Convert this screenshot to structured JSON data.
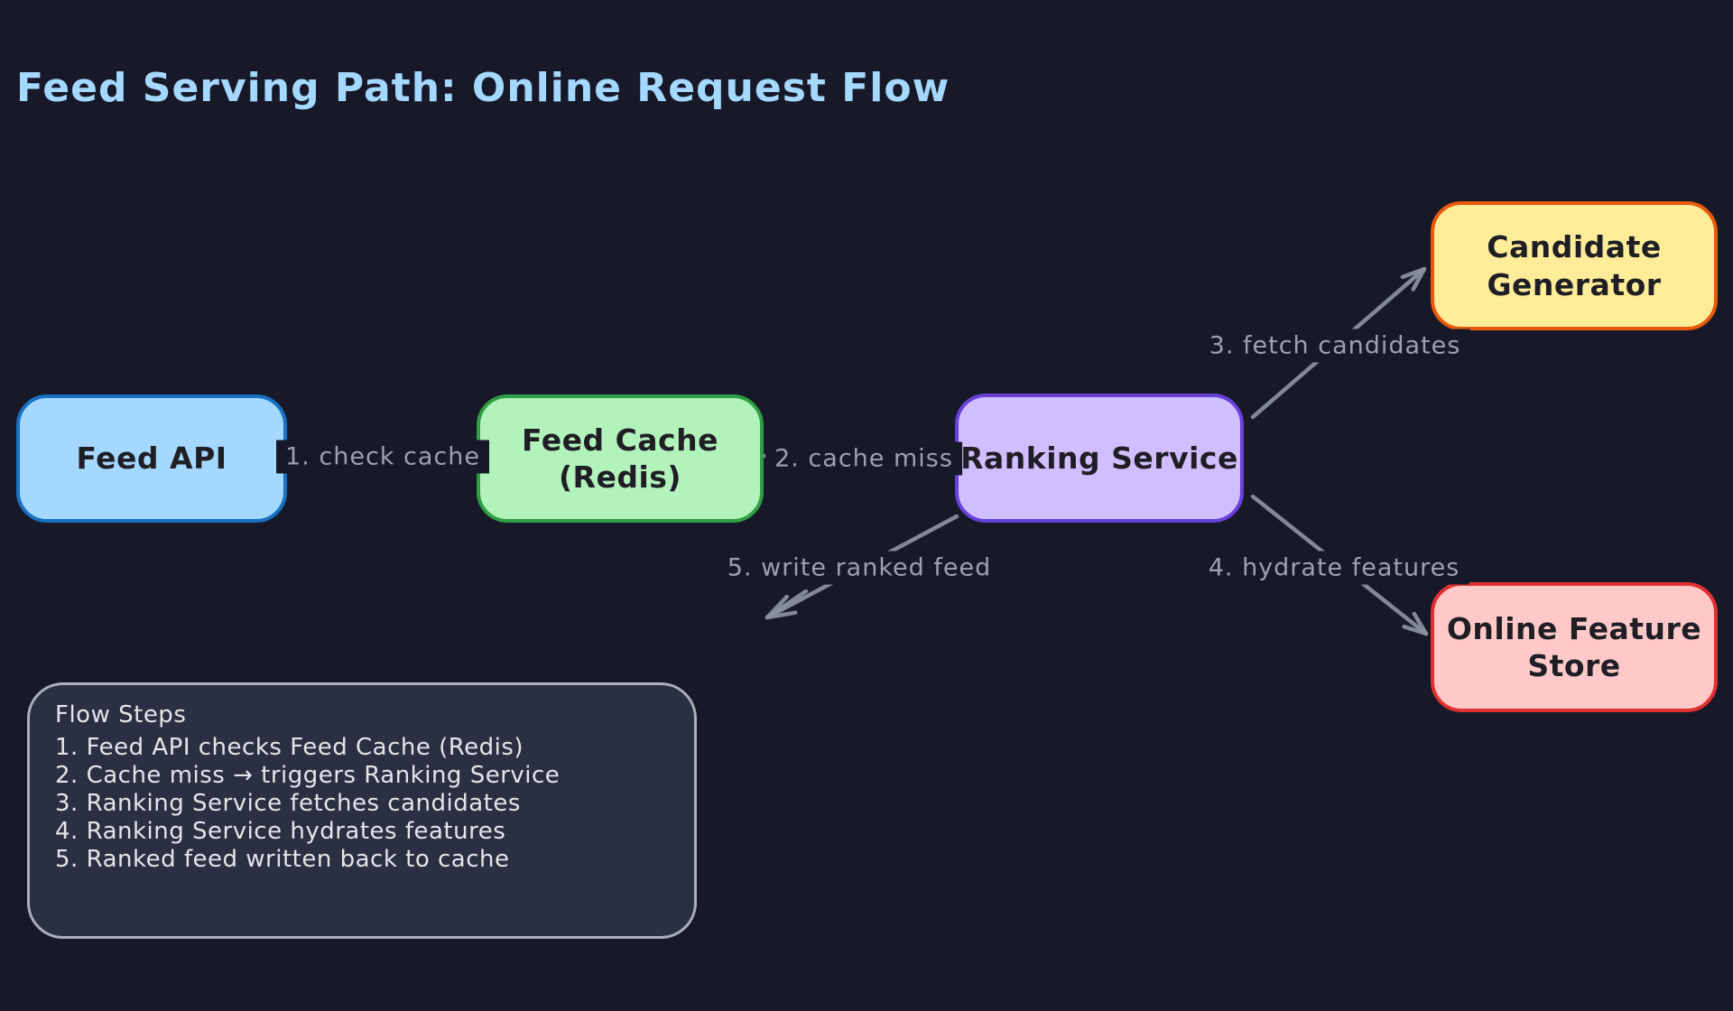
{
  "title": "Feed Serving Path: Online Request Flow",
  "colors": {
    "background": "#171928",
    "title": "#a5d8ff",
    "arrow": "#8b929d",
    "edge_label_text": "#9aa2ac",
    "legend_fill": "#2b2f42",
    "legend_border": "#a9b0ba"
  },
  "nodes": [
    {
      "id": "feed-api",
      "label": "Feed API",
      "fill": "#a5d8ff",
      "border": "#1971c2"
    },
    {
      "id": "feed-cache",
      "label": "Feed Cache (Redis)",
      "fill": "#b2f2bb",
      "border": "#2f9e44"
    },
    {
      "id": "ranking-service",
      "label": "Ranking Service",
      "fill": "#d0bfff",
      "border": "#6741d9"
    },
    {
      "id": "candidate-generator",
      "label": "Candidate Generator",
      "fill": "#ffec99",
      "border": "#e8590c"
    },
    {
      "id": "online-feature-store",
      "label": "Online Feature Store",
      "fill": "#ffc9c9",
      "border": "#e03131"
    }
  ],
  "edges": [
    {
      "id": "1",
      "label": "1. check cache",
      "from": "feed-api",
      "to": "feed-cache"
    },
    {
      "id": "2",
      "label": "2. cache miss",
      "from": "feed-cache",
      "to": "ranking-service"
    },
    {
      "id": "3",
      "label": "3. fetch candidates",
      "from": "ranking-service",
      "to": "candidate-generator"
    },
    {
      "id": "4",
      "label": "4. hydrate features",
      "from": "ranking-service",
      "to": "online-feature-store"
    },
    {
      "id": "5",
      "label": "5. write ranked feed",
      "from": "ranking-service",
      "to": "cache"
    }
  ],
  "legend": {
    "title": "Flow Steps",
    "steps": [
      "1. Feed API checks Feed Cache (Redis)",
      "2. Cache miss → triggers Ranking Service",
      "3. Ranking Service fetches candidates",
      "4. Ranking Service hydrates features",
      "5. Ranked feed written back to cache"
    ]
  }
}
